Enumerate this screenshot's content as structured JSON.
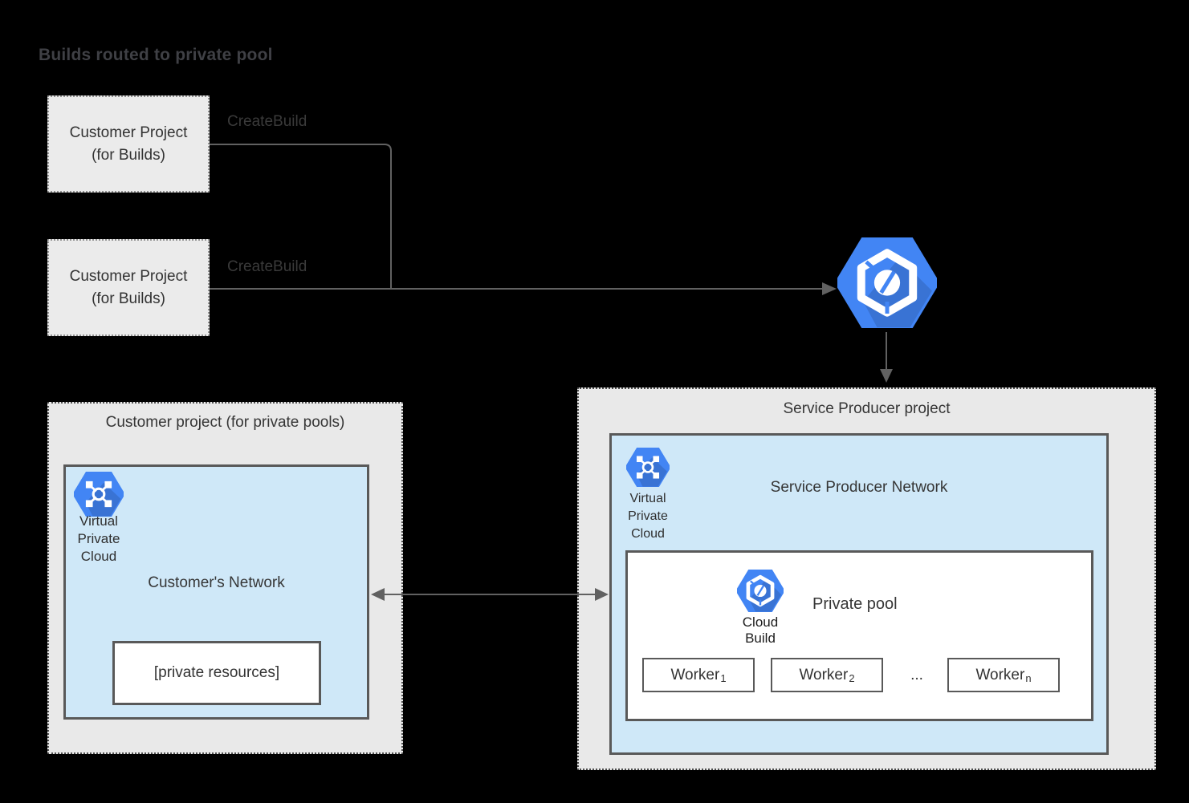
{
  "title": "Builds routed to private pool",
  "customer_build_projects": [
    {
      "line1": "Customer Project",
      "line2": "(for Builds)"
    },
    {
      "line1": "Customer Project",
      "line2": "(for Builds)"
    }
  ],
  "edges": {
    "create_build_1": "CreateBuild",
    "create_build_2": "CreateBuild"
  },
  "router_icon": "cloud-build-icon",
  "customer_pool_project": {
    "title": "Customer project (for private pools)",
    "network": {
      "icon": "virtual-private-cloud-icon",
      "icon_label_lines": [
        "Virtual",
        "Private",
        "Cloud"
      ],
      "title": "Customer's Network",
      "resources_label": "[private resources]"
    }
  },
  "service_producer_project": {
    "title": "Service Producer project",
    "network": {
      "icon": "virtual-private-cloud-icon",
      "icon_label_lines": [
        "Virtual",
        "Private",
        "Cloud"
      ],
      "title": "Service Producer Network",
      "private_pool": {
        "icon": "cloud-build-icon",
        "icon_label_lines": [
          "Cloud",
          "Build"
        ],
        "title": "Private pool",
        "workers": [
          {
            "base": "Worker",
            "sub": "1"
          },
          {
            "base": "Worker",
            "sub": "2"
          },
          {
            "base": "Worker",
            "sub": "n"
          }
        ],
        "ellipsis": "..."
      }
    }
  },
  "colors": {
    "background": "#000000",
    "gcp_blue": "#4285F4",
    "light_blue_fill": "#CFE8F8",
    "gray_fill": "#EBEBEB",
    "solid_border": "#595959",
    "connector_gray": "#616161",
    "text_dark": "#333333"
  }
}
